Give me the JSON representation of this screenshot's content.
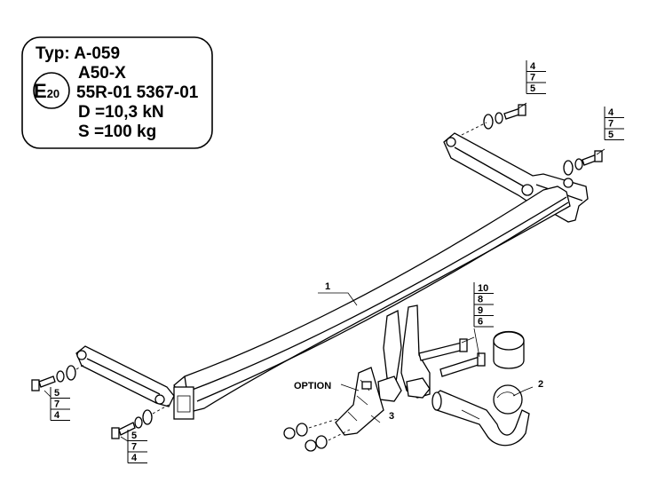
{
  "plate": {
    "typ": "Typ: A-059",
    "model": "A50-X",
    "emark": "E20",
    "approval": "55R-01 5367-01",
    "d_value": "D =10,3 kN",
    "s_value": "S =100 kg"
  },
  "callouts": {
    "part1": "1",
    "part2": "2",
    "part3": "3",
    "option": "OPTION",
    "stack_top_right_a": [
      "4",
      "7",
      "5"
    ],
    "stack_top_right_b": [
      "4",
      "7",
      "5"
    ],
    "stack_center": [
      "10",
      "8",
      "9",
      "6"
    ],
    "stack_left": [
      "5",
      "7",
      "4"
    ],
    "stack_bottom": [
      "5",
      "7",
      "4"
    ]
  }
}
